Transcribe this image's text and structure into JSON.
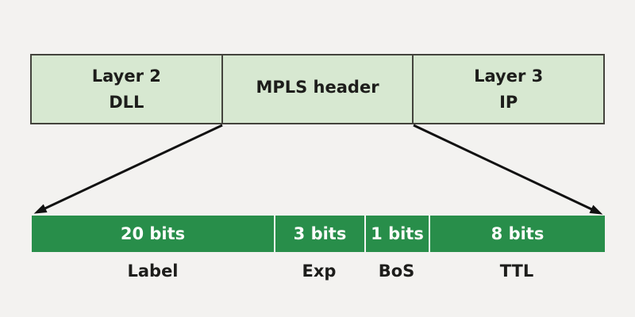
{
  "top_row": {
    "cells": [
      {
        "line1": "Layer 2",
        "line2": "DLL"
      },
      {
        "line1": "MPLS header",
        "line2": ""
      },
      {
        "line1": "Layer 3",
        "line2": "IP"
      }
    ]
  },
  "bit_bar": {
    "segments": [
      {
        "bits": "20 bits",
        "name": "Label"
      },
      {
        "bits": "3 bits",
        "name": "Exp"
      },
      {
        "bits": "1 bits",
        "name": "BoS"
      },
      {
        "bits": "8 bits",
        "name": "TTL"
      }
    ]
  },
  "colors": {
    "background": "#f3f2f0",
    "box_fill": "#d7e8d1",
    "box_border": "#43433c",
    "bar_fill": "#288e4a",
    "bar_text": "#fcfdfc",
    "dark_text": "#1d1d1b",
    "arrow": "#111111"
  }
}
